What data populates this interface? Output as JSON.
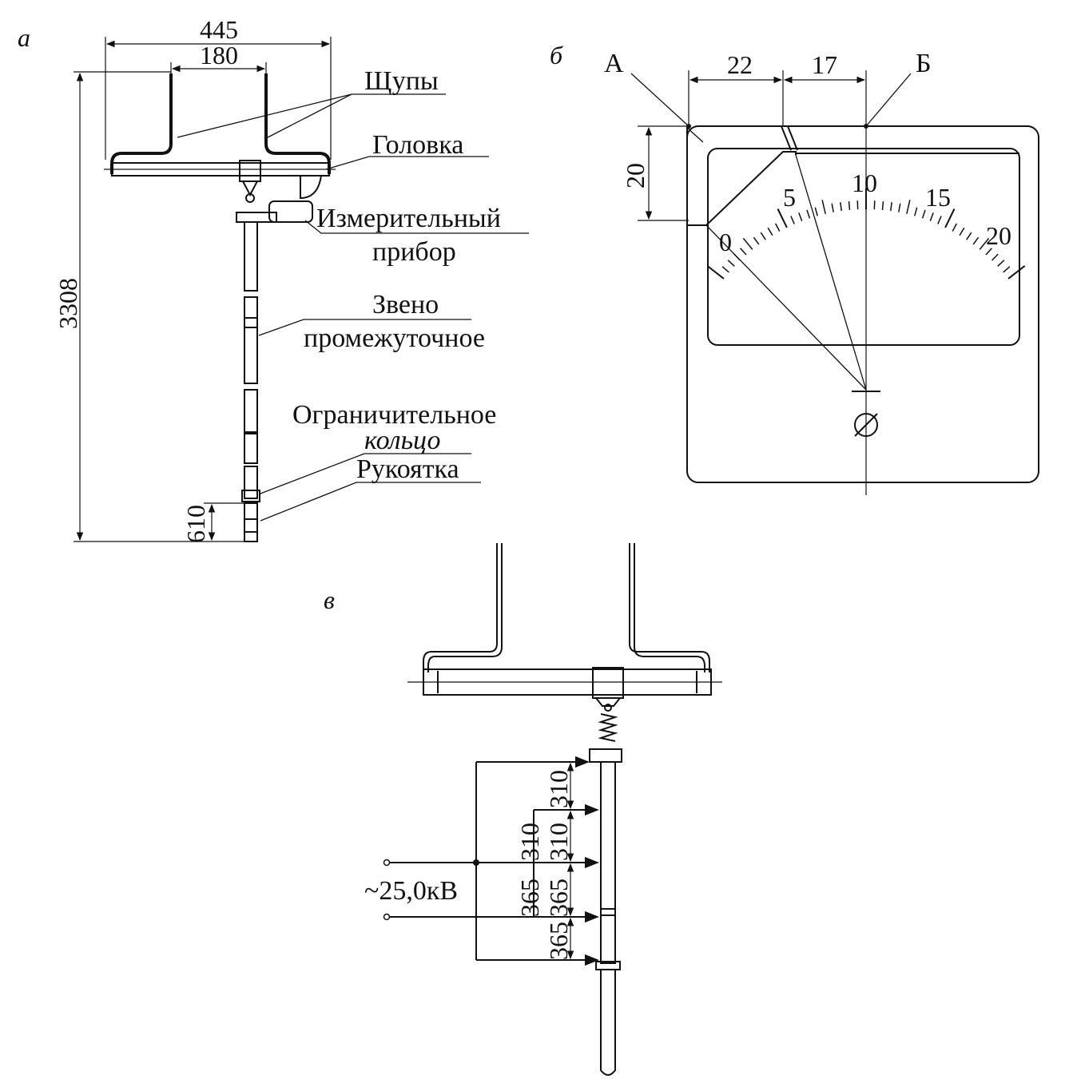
{
  "panels": {
    "a": "а",
    "b": "б",
    "v": "в"
  },
  "figure_a": {
    "labels": {
      "probes": "Щупы",
      "head": "Головка",
      "meter_line1": "Измерительный",
      "meter_line2": "прибор",
      "link_line1": "Звено",
      "link_line2": "промежуточное",
      "ring_line1": "Ограничительное",
      "ring_line2": "кольцо",
      "handle": "Рукоятка"
    },
    "dimensions": {
      "overall_width": "445",
      "probe_spacing": "180",
      "total_length": "3308",
      "handle_length": "610"
    }
  },
  "figure_b": {
    "point_labels": {
      "a": "А",
      "b": "Б"
    },
    "dimensions": {
      "width_left": "22",
      "width_right": "17",
      "height": "20"
    },
    "scale_labels": [
      "0",
      "5",
      "10",
      "15",
      "20"
    ]
  },
  "figure_c": {
    "voltage": "~25,0кВ",
    "dimensions": {
      "d1": "310",
      "d2": "310",
      "d3": "365",
      "d4": "365",
      "d5": "365",
      "d6": "310"
    }
  }
}
